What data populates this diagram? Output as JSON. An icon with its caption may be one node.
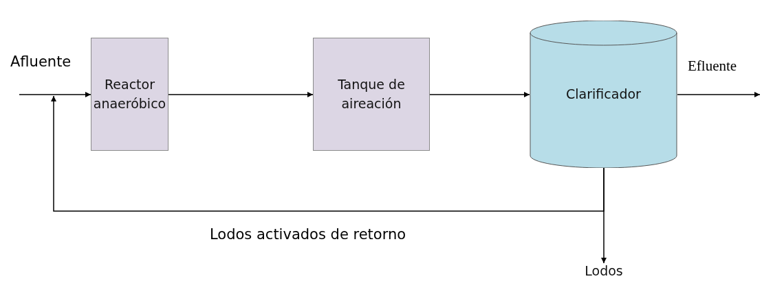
{
  "diagram": {
    "nodes": [
      {
        "text": [
          "Reactor anaeróbico"
        ]
      },
      {
        "text": [
          "Tanque de aireación"
        ]
      },
      {
        "text": [
          "Clarificador"
        ]
      },
      {
        "text": [
          "Lodos"
        ]
      }
    ],
    "edges": [
      {
        "from": null,
        "to": 0,
        "arrow": "to"
      },
      {
        "from": 0,
        "to": 1,
        "arrow": "to"
      },
      {
        "from": 1,
        "to": 2,
        "arrow": "to"
      },
      {
        "from": 2,
        "to": null,
        "arrow": "to"
      },
      {
        "from": 2,
        "to": null,
        "arrow": "to",
        "label": "Lodos activados de retorno"
      },
      {
        "from": 2,
        "to": 3,
        "arrow": "to"
      }
    ],
    "labels": [
      "Afluente",
      "Efluente"
    ]
  }
}
